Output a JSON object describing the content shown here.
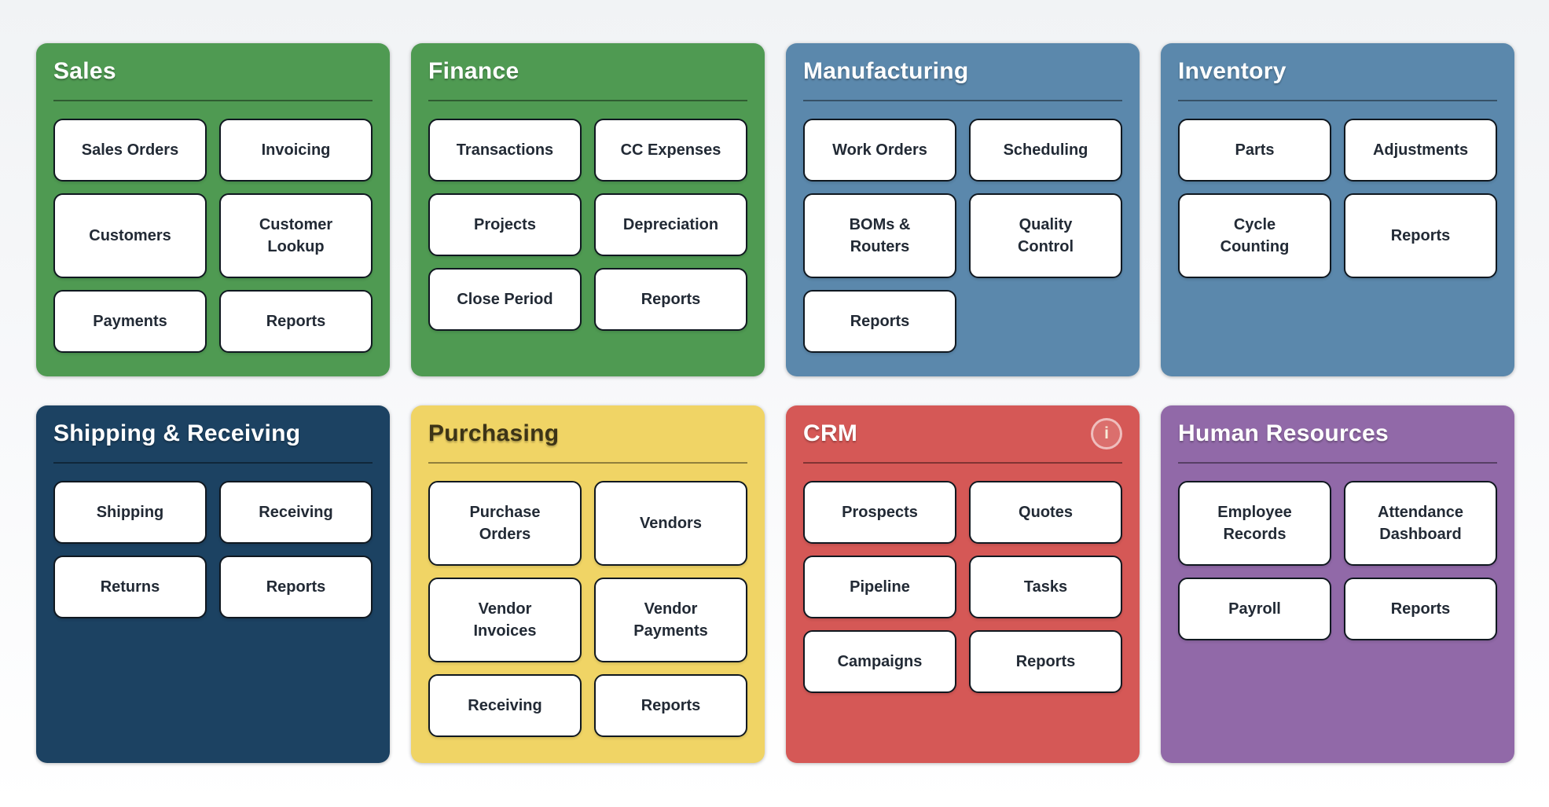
{
  "colors": {
    "page_background": "#f4f6f8",
    "button_bg": "#ffffff",
    "button_border": "#101820",
    "button_text": "#222a35",
    "divider": "rgba(0,0,0,0.4)"
  },
  "panels": [
    {
      "id": "sales",
      "title": "Sales",
      "bg": "#4f9a52",
      "title_color": "#ffffff",
      "buttons": [
        "Sales Orders",
        "Invoicing",
        "Customers",
        "Customer Lookup",
        "Payments",
        "Reports"
      ]
    },
    {
      "id": "finance",
      "title": "Finance",
      "bg": "#4f9a52",
      "title_color": "#ffffff",
      "buttons": [
        "Transactions",
        "CC Expenses",
        "Projects",
        "Depreciation",
        "Close Period",
        "Reports"
      ]
    },
    {
      "id": "manufacturing",
      "title": "Manufacturing",
      "bg": "#5b88ac",
      "title_color": "#ffffff",
      "buttons": [
        "Work Orders",
        "Scheduling",
        "BOMs & Routers",
        "Quality Control",
        "Reports"
      ]
    },
    {
      "id": "inventory",
      "title": "Inventory",
      "bg": "#5b88ac",
      "title_color": "#ffffff",
      "buttons": [
        "Parts",
        "Adjustments",
        "Cycle Counting",
        "Reports"
      ]
    },
    {
      "id": "shipping-and-receiving",
      "title": "Shipping & Receiving",
      "bg": "#1c4262",
      "title_color": "#ffffff",
      "buttons": [
        "Shipping",
        "Receiving",
        "Returns",
        "Reports"
      ]
    },
    {
      "id": "purchasing",
      "title": "Purchasing",
      "bg": "#f0d465",
      "title_color": "#3d3417",
      "buttons": [
        "Purchase Orders",
        "Vendors",
        "Vendor Invoices",
        "Vendor Payments",
        "Receiving",
        "Reports"
      ]
    },
    {
      "id": "crm",
      "title": "CRM",
      "bg": "#d55856",
      "title_color": "#ffffff",
      "info_icon": {
        "name": "info-icon",
        "glyph": "i"
      },
      "buttons": [
        "Prospects",
        "Quotes",
        "Pipeline",
        "Tasks",
        "Campaigns",
        "Reports"
      ]
    },
    {
      "id": "human-resources",
      "title": "Human Resources",
      "bg": "#9169a8",
      "title_color": "#ffffff",
      "buttons": [
        "Employee Records",
        "Attendance Dashboard",
        "Payroll",
        "Reports"
      ]
    }
  ]
}
